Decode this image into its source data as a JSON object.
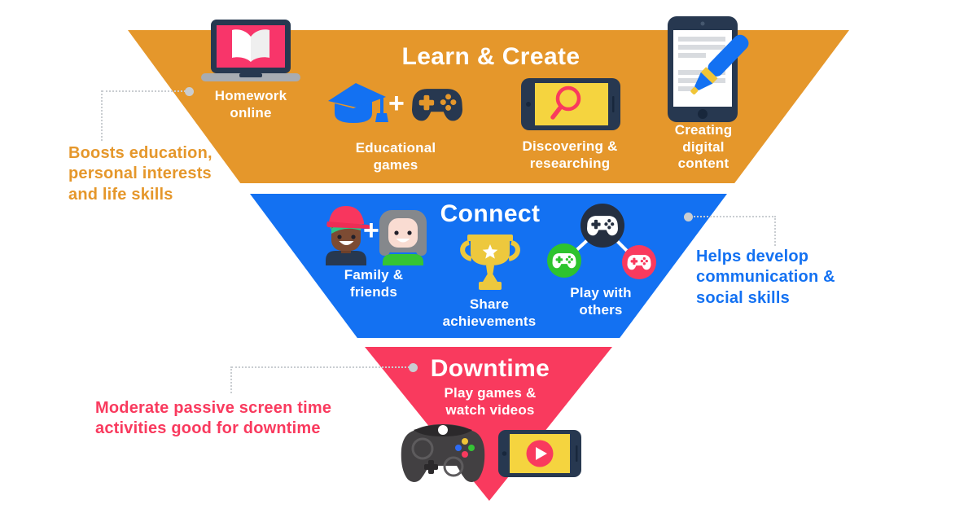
{
  "colors": {
    "orange": "#E5972B",
    "blue": "#1371F2",
    "pink": "#F93A5E",
    "navy": "#273850",
    "darknavy": "#252F40",
    "yellow": "#F5D43F",
    "gold": "#EDC83D",
    "green": "#2EC32E",
    "shirtgreen": "#35C435",
    "teal": "#2EC487",
    "grayline": "#C9CDD1",
    "controllergray": "#424042"
  },
  "plus_sign": "+",
  "tiers": [
    {
      "title": "Learn & Create",
      "items": [
        {
          "label": "Homework\nonline",
          "icon": "laptop-open-book"
        },
        {
          "label": "Educational\ngames",
          "icon": "graduation-cap-plus-gamepad"
        },
        {
          "label": "Discovering &\nresearching",
          "icon": "phone-magnifier"
        },
        {
          "label": "Creating\ndigital\ncontent",
          "icon": "phone-pen"
        }
      ],
      "annotation": "Boosts education,\npersonal interests\nand life skills"
    },
    {
      "title": "Connect",
      "items": [
        {
          "label": "Family &\nfriends",
          "icon": "two-kids-plus"
        },
        {
          "label": "Share\nachievements",
          "icon": "trophy"
        },
        {
          "label": "Play with\nothers",
          "icon": "gamepad-network"
        }
      ],
      "annotation": "Helps develop\ncommunication &\nsocial skills"
    },
    {
      "title": "Downtime",
      "subtitle": "Play games &\nwatch videos",
      "items": [
        {
          "icon": "game-controller"
        },
        {
          "icon": "phone-video-play"
        }
      ],
      "annotation": "Moderate passive screen time\nactivities good for downtime"
    }
  ]
}
